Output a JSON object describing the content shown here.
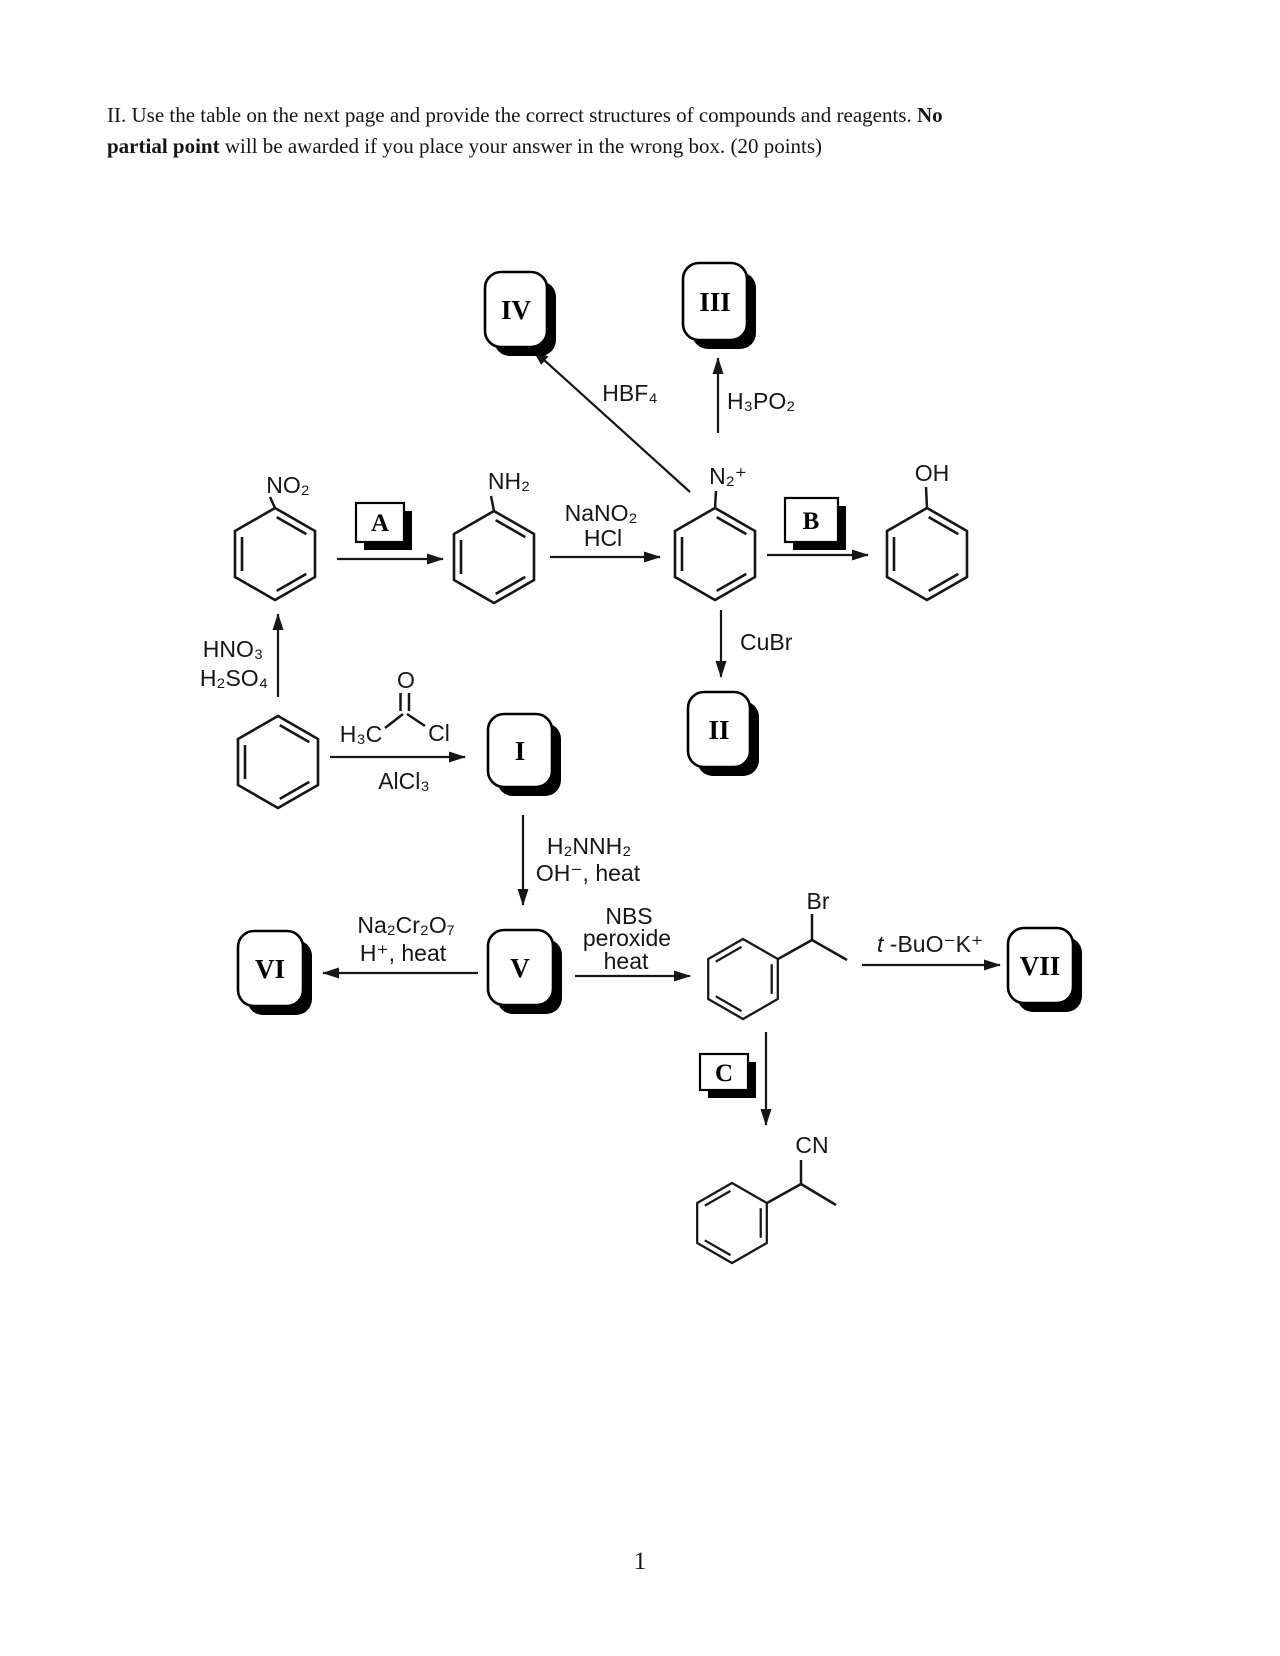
{
  "header": {
    "line1": "II. Use the table on the next page and provide the correct structures of compounds and reagents. ",
    "line1_bold": "No",
    "line2_bold": "partial point",
    "line2": " will be awarded if you place your answer in the wrong box. (20 points)"
  },
  "page_number": "1",
  "scheme": {
    "boxes": {
      "a": "A",
      "b": "B",
      "c": "C",
      "i": "I",
      "ii": "II",
      "iii": "III",
      "iv": "IV",
      "v": "V",
      "vi": "VI",
      "vii": "VII"
    },
    "labels": {
      "no2": "NO₂",
      "nh2": "NH₂",
      "nano2": "NaNO₂",
      "hcl": "HCl",
      "n2plus": "N₂⁺",
      "oh": "OH",
      "hbf4": "HBF₄",
      "h3po2": "H₃PO₂",
      "cubr": "CuBr",
      "hno3": "HNO₃",
      "h2so4": "H₂SO₄",
      "h3c": "H₃C",
      "o": "O",
      "cl": "Cl",
      "alcl3": "AlCl₃",
      "h2nnh2": "H₂NNH₂",
      "oh_heat": "OH⁻, heat",
      "na2cr2o7": "Na₂Cr₂O₇",
      "h_heat": "H⁺, heat",
      "nbs": "NBS",
      "peroxide": "peroxide",
      "heat": "heat",
      "br": "Br",
      "tbuok_t": "t",
      "tbuok_rest": " -BuO⁻K⁺",
      "cn": "CN"
    }
  }
}
